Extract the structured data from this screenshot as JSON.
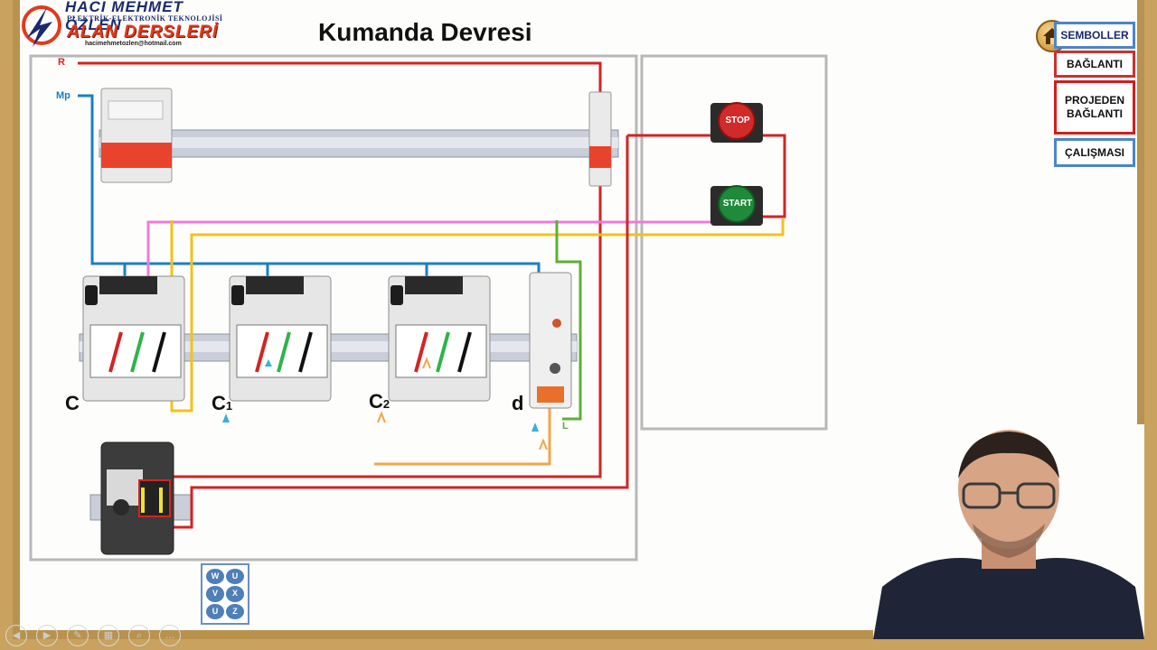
{
  "header": {
    "author_name": "HACI MEHMET ÖZLEN",
    "subtitle": "ELEKTRİK-ELEKTRONİK TEKNOLOJİSİ",
    "brand": "ALAN DERSLERİ",
    "email": "hacimehmetozlen@hotmail.com",
    "title": "Kumanda Devresi"
  },
  "nav": {
    "home_icon": "home-icon",
    "buttons": [
      {
        "label": "SEMBOLLER"
      },
      {
        "label": "BAĞLANTI"
      },
      {
        "label": "PROJEDEN\nBAĞLANTI"
      },
      {
        "label": "ÇALIŞMASI"
      }
    ]
  },
  "diagram": {
    "wire_labels": {
      "r": "R",
      "mp": "Mp",
      "l": "L"
    },
    "components": {
      "c": "C",
      "c1": "C",
      "c1_sub": "1",
      "c2": "C",
      "c2_sub": "2",
      "d": "d",
      "stop": "STOP",
      "start": "START"
    },
    "terminal_box": [
      "W",
      "U",
      "V",
      "X",
      "U",
      "Z"
    ],
    "colors": {
      "r_wire": "#d42323",
      "mp_wire": "#1d7fbf",
      "pink_wire": "#ee7bd9",
      "yellow_wire": "#f2c21c",
      "green_wire": "#5fae3a",
      "orange_wire": "#f0a64a"
    }
  },
  "presenter": {
    "icon": "presenter-webcam"
  }
}
